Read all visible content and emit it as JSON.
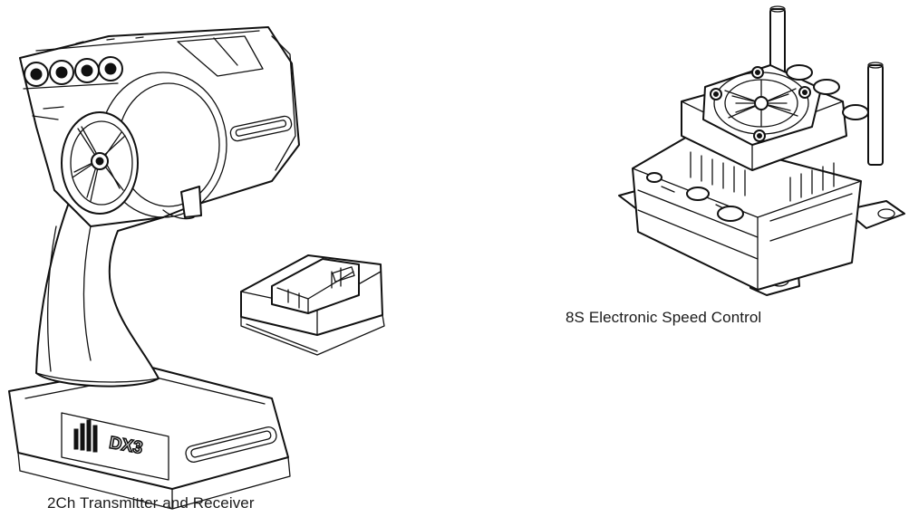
{
  "captions": {
    "transmitter": "2Ch Transmitter and Receiver",
    "esc": "8S Electronic Speed Control"
  },
  "logo_text": "DX3",
  "colors": {
    "line": "#111111",
    "background": "#ffffff",
    "caption": "#1a1a1a"
  }
}
